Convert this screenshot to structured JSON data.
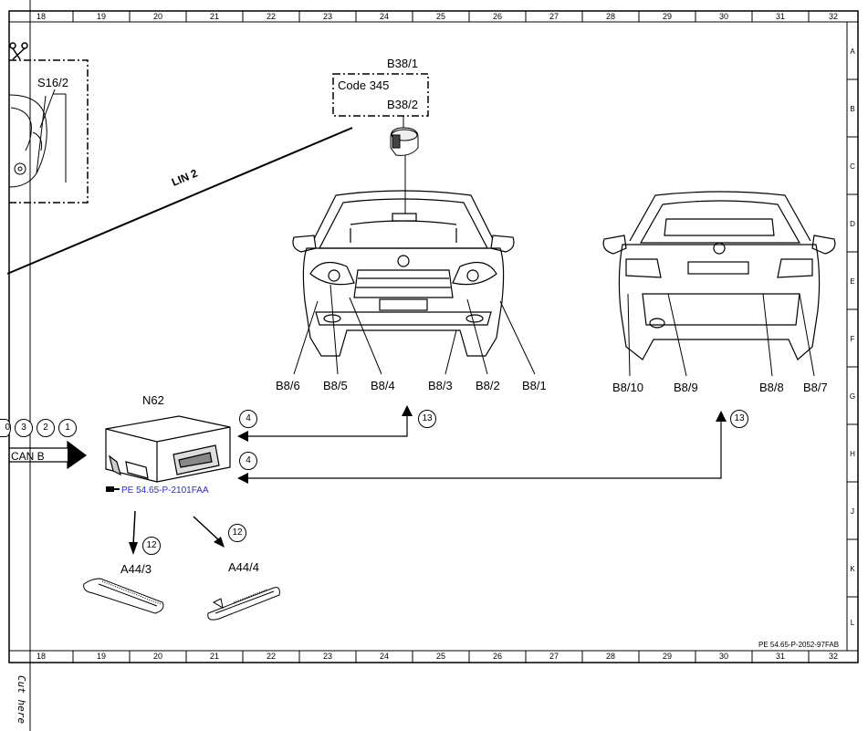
{
  "grid": {
    "columns": [
      "18",
      "19",
      "20",
      "21",
      "22",
      "23",
      "24",
      "25",
      "26",
      "27",
      "28",
      "29",
      "30",
      "31",
      "32"
    ],
    "rows": [
      "A",
      "B",
      "C",
      "D",
      "E",
      "F",
      "G",
      "H",
      "J",
      "K",
      "L"
    ]
  },
  "components": {
    "s16_2": "S16/2",
    "b38_1": "B38/1",
    "code_345": "Code 345",
    "b38_2": "B38/2",
    "lin2": "LIN 2",
    "n62": "N62",
    "can_b": "CAN B",
    "a44_3": "A44/3",
    "a44_4": "A44/4",
    "front_sensors": [
      "B8/6",
      "B8/5",
      "B8/4",
      "B8/3",
      "B8/2",
      "B8/1"
    ],
    "rear_sensors": [
      "B8/10",
      "B8/9",
      "B8/8",
      "B8/7"
    ]
  },
  "circles": {
    "can_3": "3",
    "can_2": "2",
    "can_1": "1",
    "can_0": "0",
    "front_4": "4",
    "front_13": "13",
    "rear_4": "4",
    "rear_13": "13",
    "a44_3_12": "12",
    "a44_4_12": "12"
  },
  "links": {
    "n62_ref": "PE 54.65-P-2101FAA"
  },
  "footer": {
    "drawing_ref": "PE 54.65-P-2052-97FAB",
    "cut_here": "Cut here"
  }
}
